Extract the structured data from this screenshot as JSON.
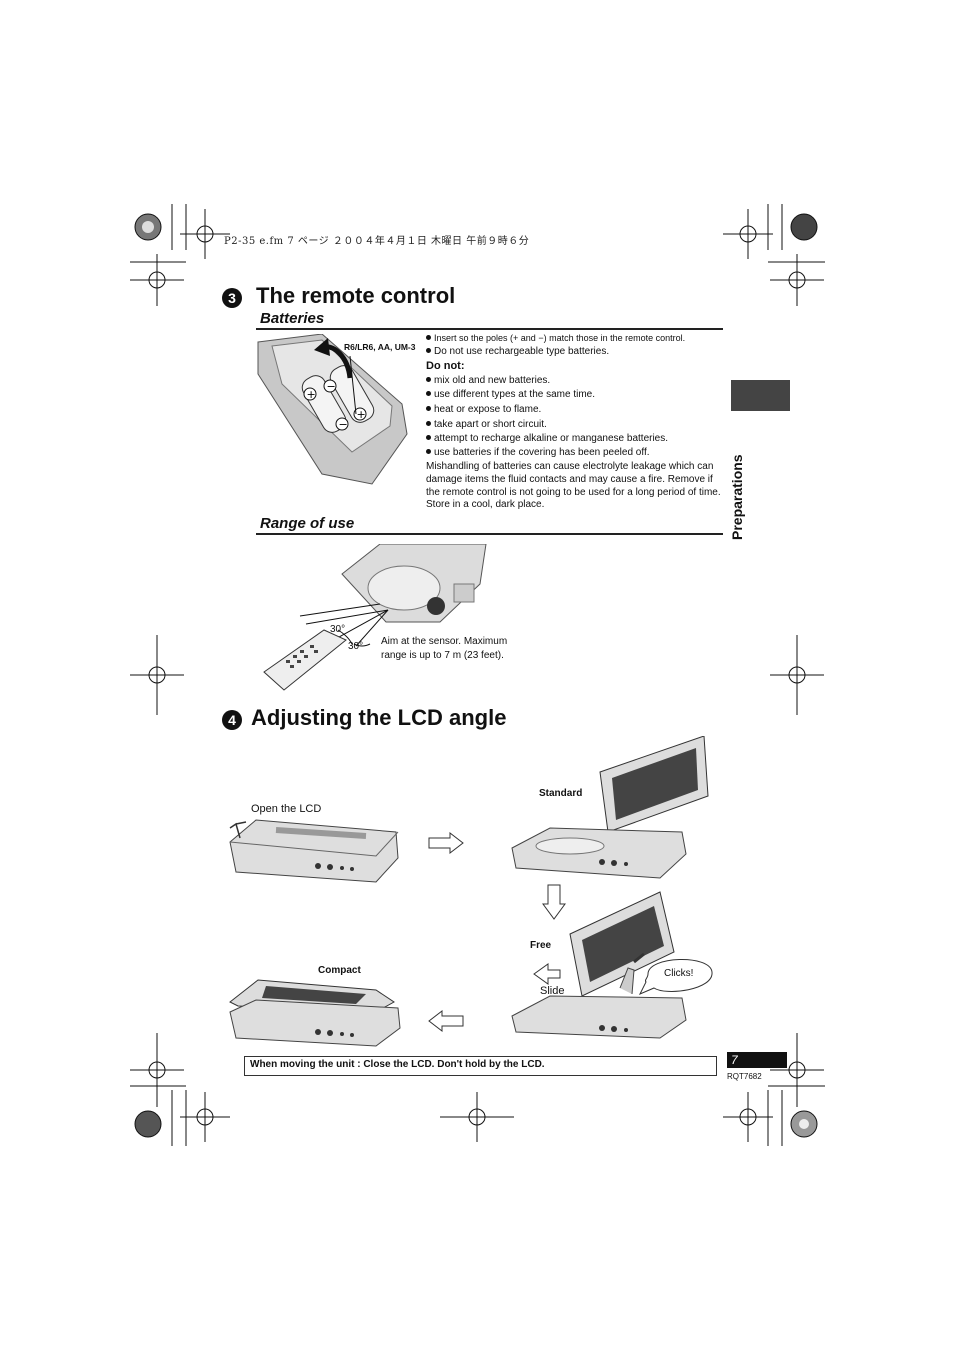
{
  "header": {
    "print_line": "P2-35 e.fm  7 ページ  ２００４年４月１日  木曜日  午前９時６分"
  },
  "section3": {
    "number": "3",
    "title": "The remote control",
    "batteries": {
      "heading": "Batteries",
      "battery_label": "R6/LR6, AA, UM-3",
      "bullets": [
        "Insert so the poles (+ and −) match those in the remote control.",
        "Do not use rechargeable type batteries."
      ],
      "do_not_heading": "Do not:",
      "do_not_items": [
        "mix old and new batteries.",
        "use different types at the same time.",
        "heat or expose to flame.",
        "take apart or short circuit.",
        "attempt to recharge alkaline or manganese batteries.",
        "use batteries if the covering has been peeled off."
      ],
      "paragraph": "Mishandling of batteries can cause electrolyte leakage which can damage items the fluid contacts and may cause a fire. Remove if the remote control is not going to be used for a long period of time. Store in a cool, dark place."
    },
    "range": {
      "heading": "Range of use",
      "angle_top": "30°",
      "angle_bottom": "30°",
      "caption_line1": "Aim at the sensor. Maximum",
      "caption_line2": "range is up to 7 m (23 feet)."
    }
  },
  "section4": {
    "number": "4",
    "title": "Adjusting the LCD angle",
    "labels": {
      "open": "Open the LCD",
      "standard": "Standard",
      "free": "Free",
      "clicks": "Clicks!",
      "slide": "Slide",
      "compact": "Compact"
    }
  },
  "side_tab": {
    "label": "Preparations"
  },
  "footer": {
    "notice": "When moving the unit : Close the LCD. Don't hold by the LCD.",
    "page_number": "7",
    "doc_code": "RQT7682"
  }
}
